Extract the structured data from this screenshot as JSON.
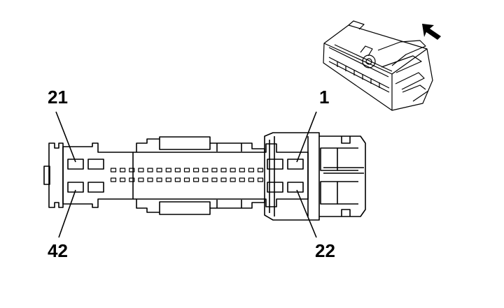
{
  "labels": {
    "pin_top_left": "21",
    "pin_top_right": "1",
    "pin_bottom_left": "42",
    "pin_bottom_right": "22"
  },
  "connector": {
    "pin_count": 42,
    "rows": 2,
    "pins_per_row": 21
  },
  "colors": {
    "stroke": "#000000",
    "background": "#ffffff"
  },
  "icons": {
    "orientation_arrow": "arrow-up-left-icon",
    "connector_thumbnail": "connector-iso-view"
  }
}
